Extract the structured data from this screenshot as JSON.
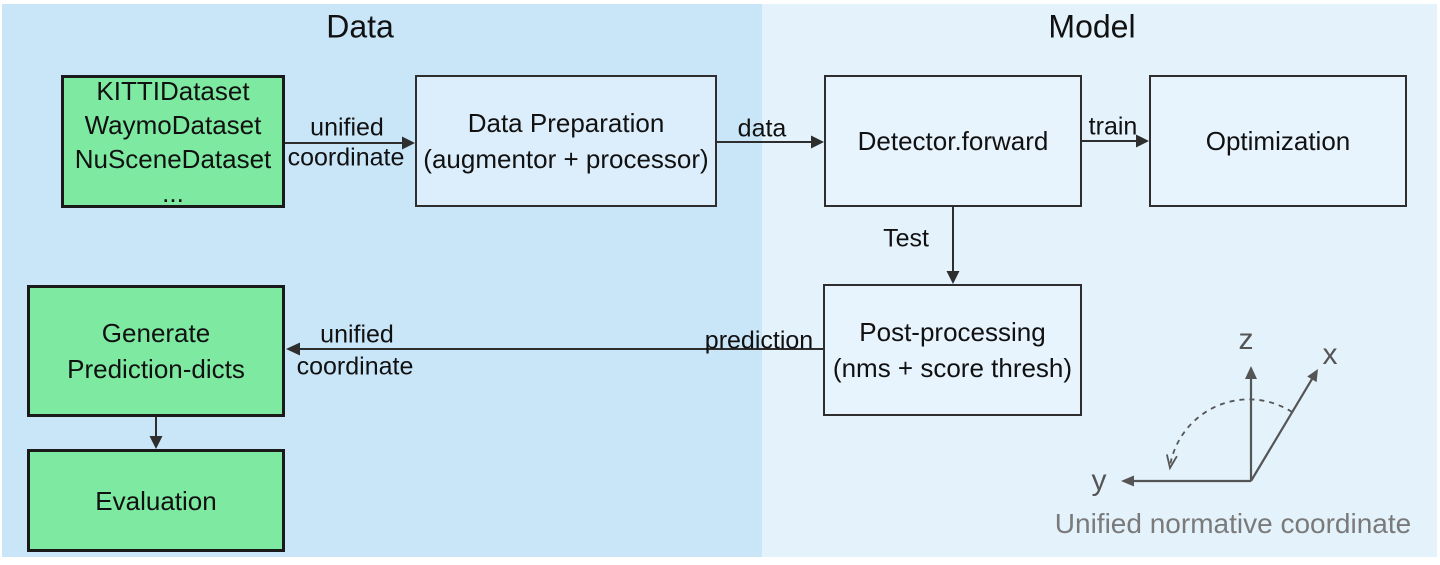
{
  "sections": {
    "data_title": "Data",
    "model_title": "Model"
  },
  "boxes": {
    "datasets": {
      "lines": [
        "KITTIDataset",
        "WaymoDataset",
        "NuSceneDataset",
        "..."
      ]
    },
    "data_preparation": {
      "lines": [
        "Data Preparation",
        "(augmentor + processor)"
      ]
    },
    "detector": {
      "lines": [
        "Detector.forward"
      ]
    },
    "optimization": {
      "lines": [
        "Optimization"
      ]
    },
    "post_processing": {
      "lines": [
        "Post-processing",
        "(nms + score thresh)"
      ]
    },
    "generate": {
      "lines": [
        "Generate",
        "Prediction-dicts"
      ]
    },
    "evaluation": {
      "lines": [
        "Evaluation"
      ]
    }
  },
  "edges": {
    "unified_top": {
      "line1": "unified",
      "line2": "coordinate"
    },
    "data_label": "data",
    "train_label": "train",
    "test_label": "Test",
    "prediction_label": "prediction",
    "unified_bottom": {
      "line1": "unified",
      "line2": "coordinate"
    }
  },
  "axes": {
    "x": "x",
    "y": "y",
    "z": "z",
    "caption": "Unified normative coordinate"
  },
  "colors": {
    "region_data_bg": "#c9e6f8",
    "region_model_bg": "#e4f2fc",
    "green_box_fill": "#7de9a1",
    "light_box_fill_left": "#dceefb",
    "light_box_fill_right": "#e7f3fd",
    "box_border": "#1a1a1a",
    "arrow": "#2e2e2e",
    "axes_stroke": "#555555",
    "caption_text": "#7a7a7a"
  }
}
